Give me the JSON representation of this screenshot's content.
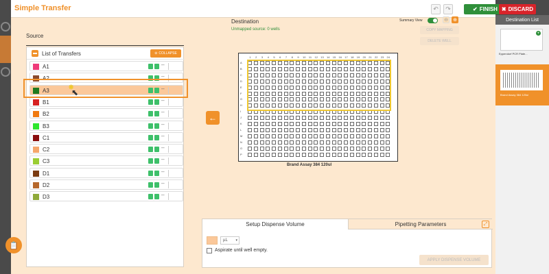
{
  "header": {
    "title": "Simple Transfer",
    "finish_label": "FINISH",
    "discard_label": "DISCARD",
    "finish_color": "#2f8f3a",
    "discard_color": "#d8232a"
  },
  "source": {
    "label": "Source",
    "list_title": "List of Transfers",
    "collapse_label": "COLLAPSE",
    "row_dash": "--",
    "items": [
      {
        "label": "A1",
        "color": "#ef3b7a"
      },
      {
        "label": "A2",
        "color": "#8b4a2b"
      },
      {
        "label": "A3",
        "color": "#1f7a1f"
      },
      {
        "label": "B1",
        "color": "#d62020"
      },
      {
        "label": "B2",
        "color": "#f07a10"
      },
      {
        "label": "B3",
        "color": "#2ee62e"
      },
      {
        "label": "C1",
        "color": "#8a0d0d"
      },
      {
        "label": "C2",
        "color": "#f5a66b"
      },
      {
        "label": "C3",
        "color": "#9acd32"
      },
      {
        "label": "D1",
        "color": "#7a3b10"
      },
      {
        "label": "D2",
        "color": "#b5672b"
      },
      {
        "label": "D3",
        "color": "#8faa3a"
      }
    ]
  },
  "destination": {
    "label": "Destination",
    "unmapped": "Unmapped source: 0 wells",
    "summary_view_label": "Summary View",
    "copy_mapping_label": "COPY MAPPING",
    "delete_well_label": "DELETE WELL",
    "plate_name": "Brand Assay 384 120ul",
    "columns": [
      "1",
      "2",
      "3",
      "4",
      "5",
      "6",
      "7",
      "8",
      "9",
      "10",
      "11",
      "12",
      "13",
      "14",
      "15",
      "16",
      "17",
      "18",
      "19",
      "20",
      "21",
      "22",
      "23",
      "24"
    ],
    "rows": [
      "A",
      "B",
      "C",
      "D",
      "E",
      "F",
      "G",
      "H",
      "I",
      "J",
      "K",
      "L",
      "M",
      "N",
      "O",
      "P"
    ],
    "highlight_rows": 8
  },
  "dispense": {
    "tab_setup": "Setup Dispense Volume",
    "tab_params": "Pipetting Parameters",
    "unit_value": "µL",
    "aspirate_label": "Aspirate until well empty.",
    "apply_label": "APPLY DISPENSE VOLUME"
  },
  "destination_list": {
    "title": "Destination List",
    "items": [
      {
        "label": "Eppendorf PCR Plate..."
      },
      {
        "label": "Brand Assay 384 120ul"
      }
    ]
  },
  "accent_color": "#f0912a"
}
